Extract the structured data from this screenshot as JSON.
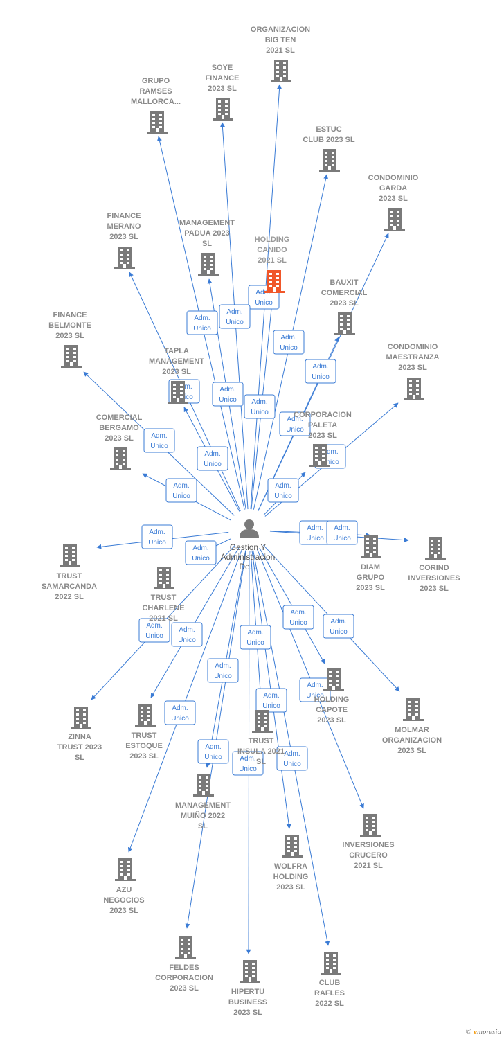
{
  "colors": {
    "edge": "#3a7bd5",
    "node": "#7a7a7a",
    "highlight": "#f0572a",
    "label_border": "#3a7bd5"
  },
  "center": {
    "name_lines": [
      "Gestion Y",
      "Administracion",
      "De..."
    ],
    "icon": "person-icon"
  },
  "edge_label_lines": [
    "Adm.",
    "Unico"
  ],
  "nodes": [
    {
      "id": "organizacion-big-ten",
      "lines": [
        "ORGANIZACION",
        "BIG TEN",
        "2021  SL"
      ]
    },
    {
      "id": "soye-finance",
      "lines": [
        "SOYE",
        "FINANCE",
        "2023  SL"
      ]
    },
    {
      "id": "grupo-ramses",
      "lines": [
        "GRUPO",
        "RAMSES",
        "MALLORCA..."
      ]
    },
    {
      "id": "estuc-club",
      "lines": [
        "ESTUC",
        "CLUB 2023  SL"
      ]
    },
    {
      "id": "condominio-garda",
      "lines": [
        "CONDOMINIO",
        "GARDA",
        "2023  SL"
      ]
    },
    {
      "id": "finance-merano",
      "lines": [
        "FINANCE",
        "MERANO",
        "2023  SL"
      ]
    },
    {
      "id": "management-padua",
      "lines": [
        "MANAGEMENT",
        "PADUA 2023",
        "SL"
      ]
    },
    {
      "id": "holding-canido",
      "lines": [
        "HOLDING",
        "CANIDO",
        "2021  SL"
      ],
      "highlight": true
    },
    {
      "id": "bauxit-comercial",
      "lines": [
        "BAUXIT",
        "COMERCIAL",
        "2023  SL"
      ]
    },
    {
      "id": "finance-belmonte",
      "lines": [
        "FINANCE",
        "BELMONTE",
        "2023  SL"
      ]
    },
    {
      "id": "condominio-maestranza",
      "lines": [
        "CONDOMINIO",
        "MAESTRANZA",
        "2023  SL"
      ]
    },
    {
      "id": "tapla-management",
      "lines": [
        "TAPLA",
        "MANAGEMENT",
        "2023  SL"
      ]
    },
    {
      "id": "comercial-bergamo",
      "lines": [
        "COMERCIAL",
        "BERGAMO",
        "2023  SL"
      ]
    },
    {
      "id": "corporacion-paleta",
      "lines": [
        "CORPORACION",
        "PALETA",
        "2023  SL"
      ]
    },
    {
      "id": "trust-samarcanda",
      "lines": [
        "TRUST",
        "SAMARCANDA",
        "2022  SL"
      ]
    },
    {
      "id": "trust-charlene",
      "lines": [
        "TRUST",
        "CHARLENE",
        "2021  SL"
      ]
    },
    {
      "id": "diam-grupo",
      "lines": [
        "DIAM",
        "GRUPO",
        "2023  SL"
      ]
    },
    {
      "id": "corind-inversiones",
      "lines": [
        "CORIND",
        "INVERSIONES",
        "2023  SL"
      ]
    },
    {
      "id": "zinna-trust",
      "lines": [
        "ZINNA",
        "TRUST 2023",
        "SL"
      ]
    },
    {
      "id": "trust-estoque",
      "lines": [
        "TRUST",
        "ESTOQUE",
        "2023  SL"
      ]
    },
    {
      "id": "trust-insula",
      "lines": [
        "TRUST",
        "INSULA 2021",
        "SL"
      ]
    },
    {
      "id": "holding-capote",
      "lines": [
        "HOLDING",
        "CAPOTE",
        "2023  SL"
      ]
    },
    {
      "id": "molmar-organizacion",
      "lines": [
        "MOLMAR",
        "ORGANIZACION",
        "2023  SL"
      ]
    },
    {
      "id": "management-muino",
      "lines": [
        "MANAGEMENT",
        "MUIÑO 2022",
        "SL"
      ]
    },
    {
      "id": "inversiones-crucero",
      "lines": [
        "INVERSIONES",
        "CRUCERO",
        "2021  SL"
      ]
    },
    {
      "id": "wolfra-holding",
      "lines": [
        "WOLFRA",
        "HOLDING",
        "2023  SL"
      ]
    },
    {
      "id": "azu-negocios",
      "lines": [
        "AZU",
        "NEGOCIOS",
        "2023  SL"
      ]
    },
    {
      "id": "feldes-corporacion",
      "lines": [
        "FELDES",
        "CORPORACION",
        "2023  SL"
      ]
    },
    {
      "id": "hipertu-business",
      "lines": [
        "HIPERTU",
        "BUSINESS",
        "2023  SL"
      ]
    },
    {
      "id": "club-rafles",
      "lines": [
        "CLUB",
        "RAFLES",
        "2022  SL"
      ]
    }
  ],
  "footer": {
    "copyright": "©",
    "brand_initial": "e",
    "brand_rest": "mpresia"
  }
}
